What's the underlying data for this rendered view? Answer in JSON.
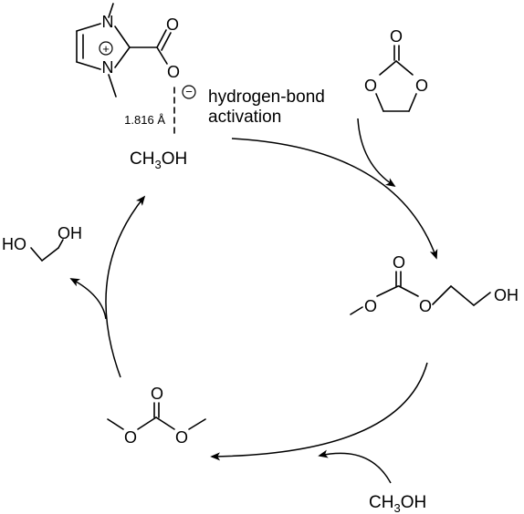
{
  "catalyst": {
    "n_top": "N",
    "n_bottom": "N",
    "plus_sign": "+",
    "carbonyl_o": "O",
    "anion_o": "O",
    "minus_sign": "−",
    "distance": "1.816 Å",
    "hbond_line1": "hydrogen-bond",
    "hbond_line2": "activation",
    "methanol": {
      "prefix": "CH",
      "sub": "3",
      "suffix": "OH"
    }
  },
  "ethylene_carbonate": {
    "carbonyl_o": "O",
    "ring_o_left": "O",
    "ring_o_right": "O"
  },
  "hydroxyethyl_methyl_carbonate": {
    "carbonyl_o": "O",
    "ester_o_left": "O",
    "ester_o_right": "O",
    "hydroxyl": "OH"
  },
  "dimethyl_carbonate": {
    "carbonyl_o": "O",
    "ester_o_left": "O",
    "ester_o_right": "O"
  },
  "ethylene_glycol": {
    "ho_left": "HO",
    "oh_right": "OH"
  },
  "methanol_input": {
    "prefix": "CH",
    "sub": "3",
    "suffix": "OH"
  }
}
